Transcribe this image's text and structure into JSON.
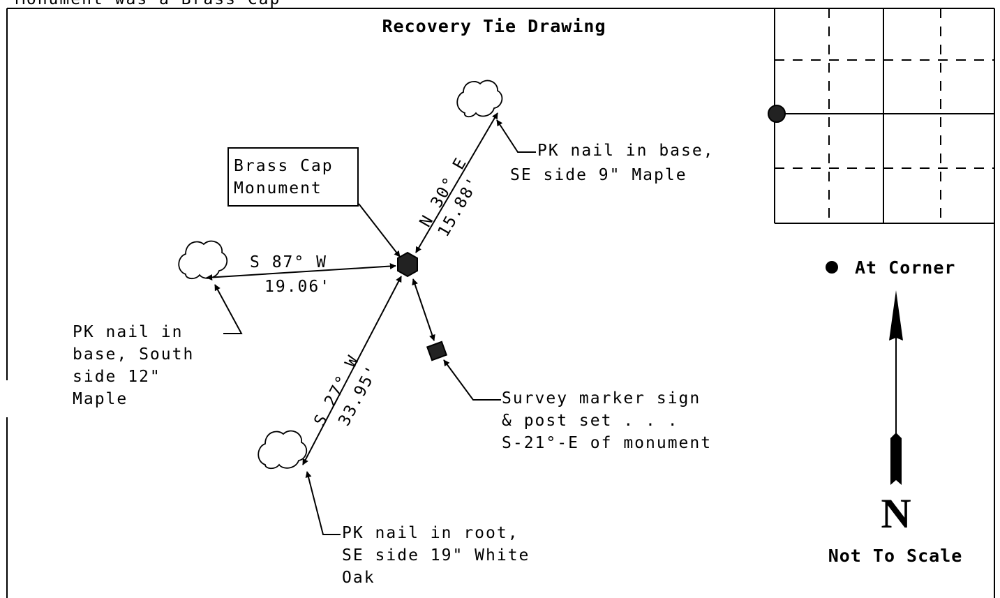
{
  "header_text": "Monument was a Brass Cap",
  "title": "Recovery Tie Drawing",
  "monument_label": [
    "Brass Cap",
    "Monument"
  ],
  "ties": [
    {
      "bearing": "N 30° E",
      "distance": "15.88'"
    },
    {
      "bearing": "S 87° W",
      "distance": "19.06'"
    },
    {
      "bearing": "S 27° W",
      "distance": "33.95'"
    }
  ],
  "notes": {
    "ne_tree": [
      "PK nail in base,",
      "SE side 9\" Maple"
    ],
    "w_tree": [
      "PK nail in",
      "base, South",
      "side 12\"",
      "Maple"
    ],
    "sw_tree": [
      "PK nail in root,",
      "SE side 19\" White",
      "Oak"
    ],
    "sign": [
      "Survey marker sign",
      "& post set . . .",
      "S-21°-E of monument"
    ]
  },
  "legend": {
    "at_corner": "At Corner"
  },
  "north_letter": "N",
  "scale_note": "Not To Scale"
}
